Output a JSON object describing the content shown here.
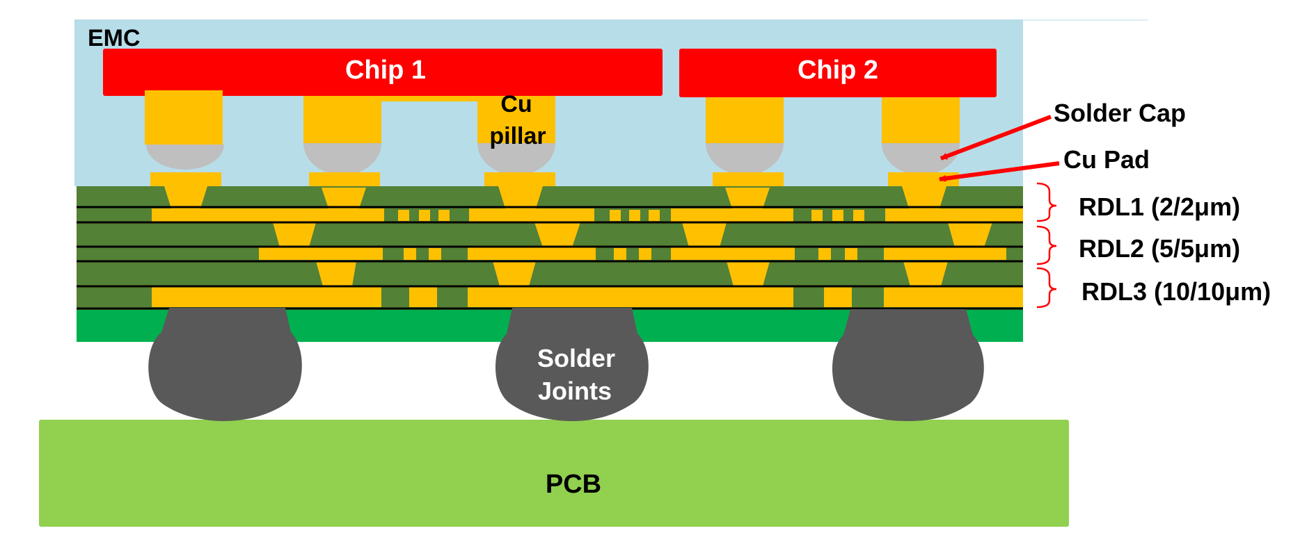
{
  "labels": {
    "emc": "EMC",
    "chip1": "Chip 1",
    "chip2": "Chip 2",
    "cu_pillar_line1": "Cu",
    "cu_pillar_line2": "pillar",
    "solder_cap": "Solder Cap",
    "cu_pad": "Cu Pad",
    "rdl1": "RDL1 (2/2μm)",
    "rdl2": "RDL2 (5/5μm)",
    "rdl3": "RDL3 (10/10μm)",
    "solder_joints_line1": "Solder",
    "solder_joints_line2": "Joints",
    "pcb": "PCB"
  },
  "colors": {
    "emc": "#b7dde8",
    "chip": "#ff0000",
    "copper": "#ffc000",
    "solder": "#bfbfbf",
    "dielectric": "#538135",
    "passivation": "#00b050",
    "solder_joint": "#595959",
    "pcb": "#92d050",
    "line": "#000000",
    "arrow": "#ff0000",
    "bracket": "#ff0000"
  }
}
